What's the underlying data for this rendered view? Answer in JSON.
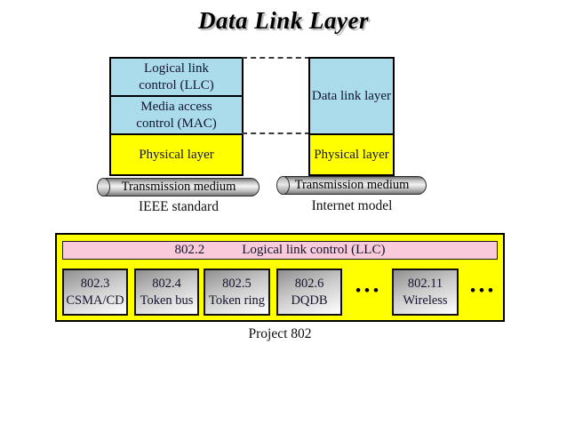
{
  "title": "Data Link Layer",
  "ieee": {
    "layers": {
      "llc": "Logical link\ncontrol (LLC)",
      "mac": "Media access\ncontrol (MAC)",
      "physical": "Physical layer"
    },
    "medium": "Transmission medium",
    "caption": "IEEE standard"
  },
  "internet": {
    "layers": {
      "datalink": "Data link layer",
      "physical": "Physical layer"
    },
    "medium": "Transmission medium",
    "caption": "Internet model"
  },
  "project802": {
    "bar": {
      "code": "802.2",
      "label": "Logical link control (LLC)"
    },
    "standards": [
      "802.3\nCSMA/CD",
      "802.4\nToken bus",
      "802.5\nToken ring",
      "802.6\nDQDB",
      "802.11\nWireless"
    ],
    "ellipsis": "•••",
    "caption": "Project 802"
  },
  "colors": {
    "layer_blue": "#aadcec",
    "layer_yellow": "#ffff00",
    "llc_pink": "#f9cbda"
  }
}
